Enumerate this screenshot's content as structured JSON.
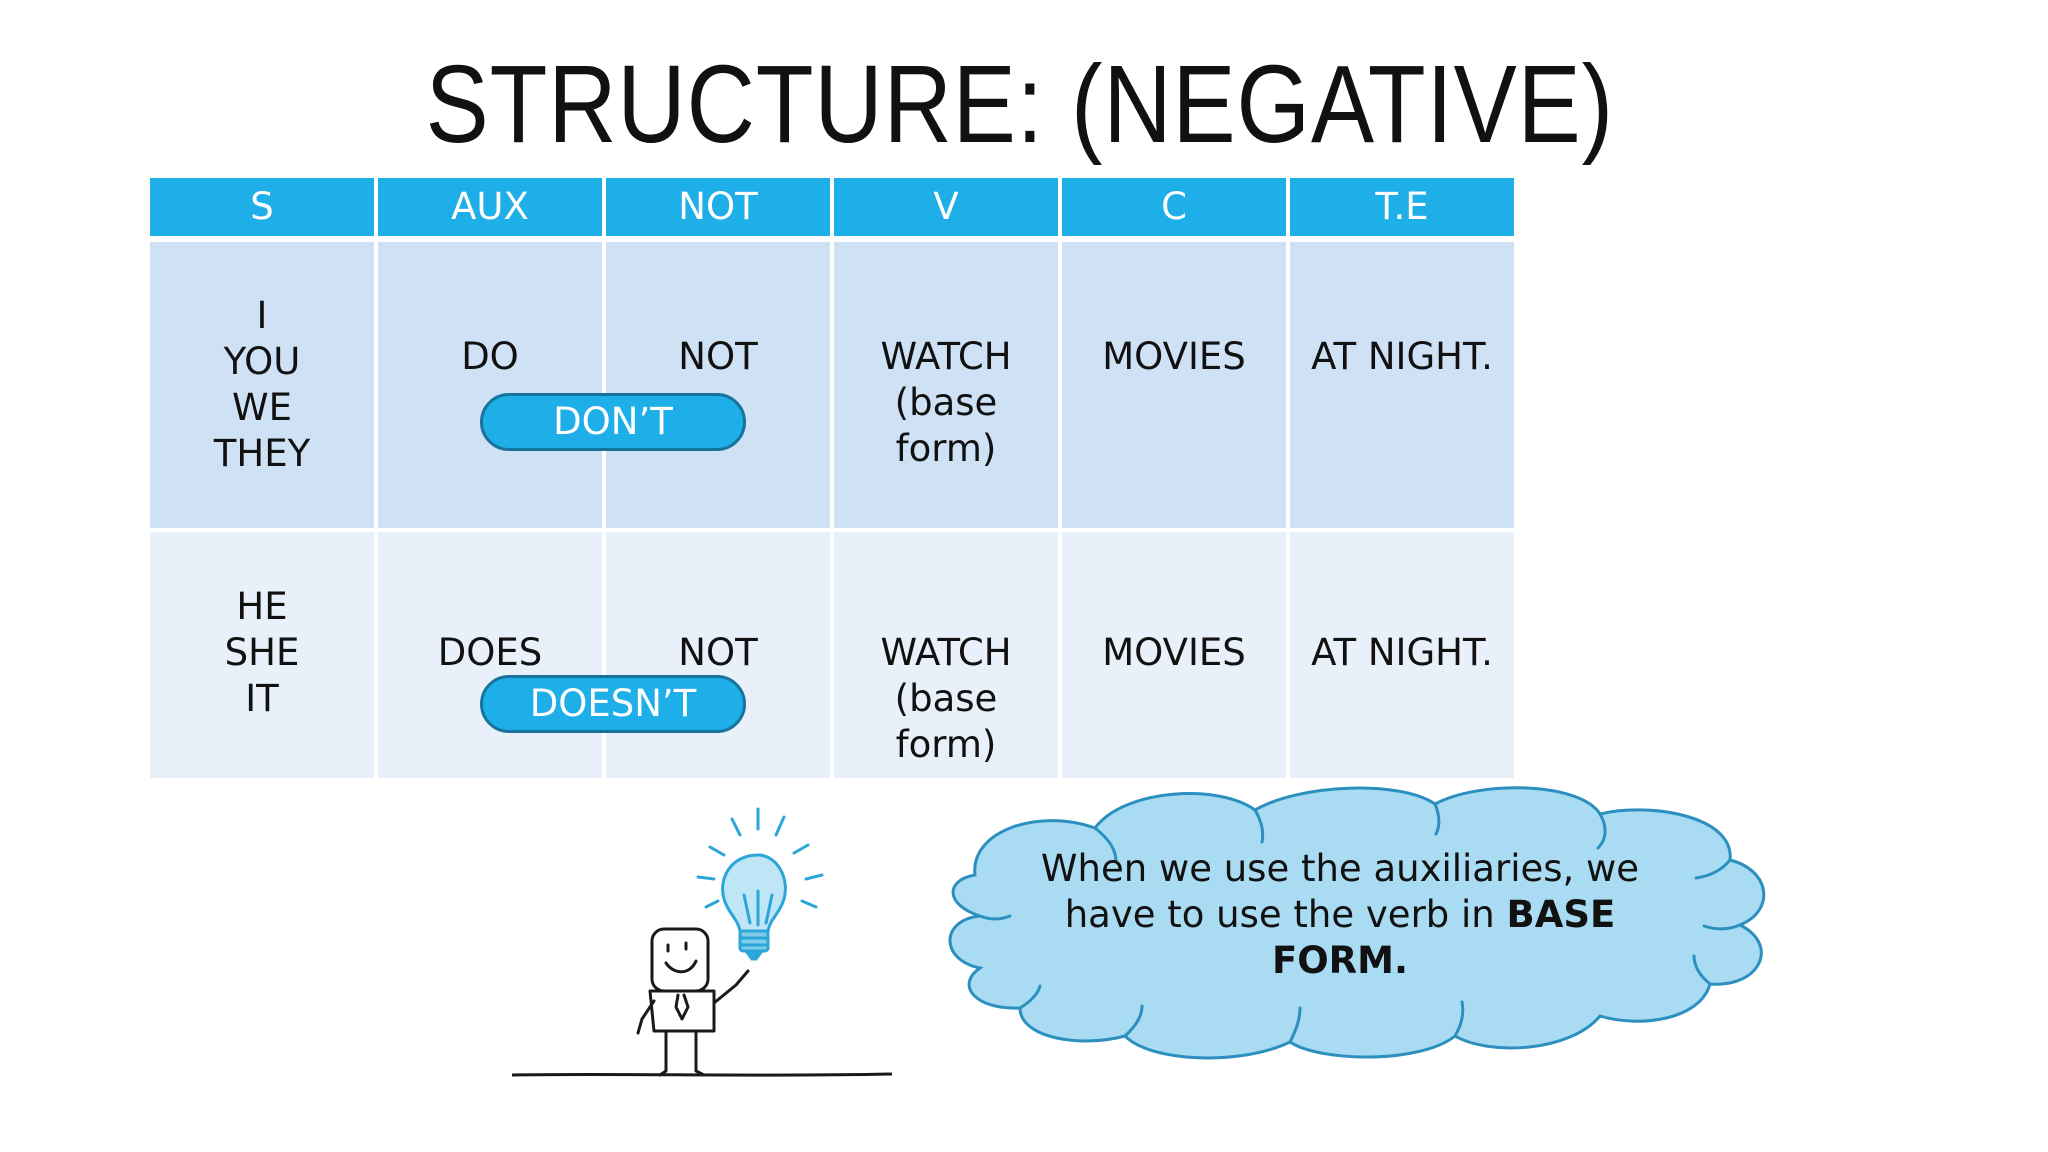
{
  "title": "STRUCTURE: (NEGATIVE)",
  "colors": {
    "header_bg": "#1eaee8",
    "row1_bg": "#cfe2f5",
    "row2_bg": "#e8f0f9",
    "pill_bg": "#1eaee8",
    "cloud_fill": "#a9dcf3",
    "cloud_stroke": "#2b8fbf"
  },
  "table": {
    "headers": [
      "S",
      "AUX",
      "NOT",
      "V",
      "C",
      "T.E"
    ],
    "rows": [
      {
        "subject": [
          "I",
          "YOU",
          "WE",
          "THEY"
        ],
        "aux": "DO",
        "not": "NOT",
        "verb": [
          "WATCH",
          "(base",
          "form)"
        ],
        "complement": "MOVIES",
        "time_expression": "AT NIGHT.",
        "contraction": "DON’T"
      },
      {
        "subject": [
          "HE",
          "SHE",
          "IT"
        ],
        "aux": "DOES",
        "not": "NOT",
        "verb": [
          "WATCH",
          "(base",
          "form)"
        ],
        "complement": "MOVIES",
        "time_expression": "AT NIGHT.",
        "contraction": "DOESN’T"
      }
    ]
  },
  "note": {
    "lines": [
      "When we use the auxiliaries, we",
      "have to use the verb in "
    ],
    "bold": [
      "BASE",
      "FORM."
    ]
  },
  "illustration": {
    "icons": [
      "cartoon-man-icon",
      "lightbulb-icon"
    ]
  }
}
